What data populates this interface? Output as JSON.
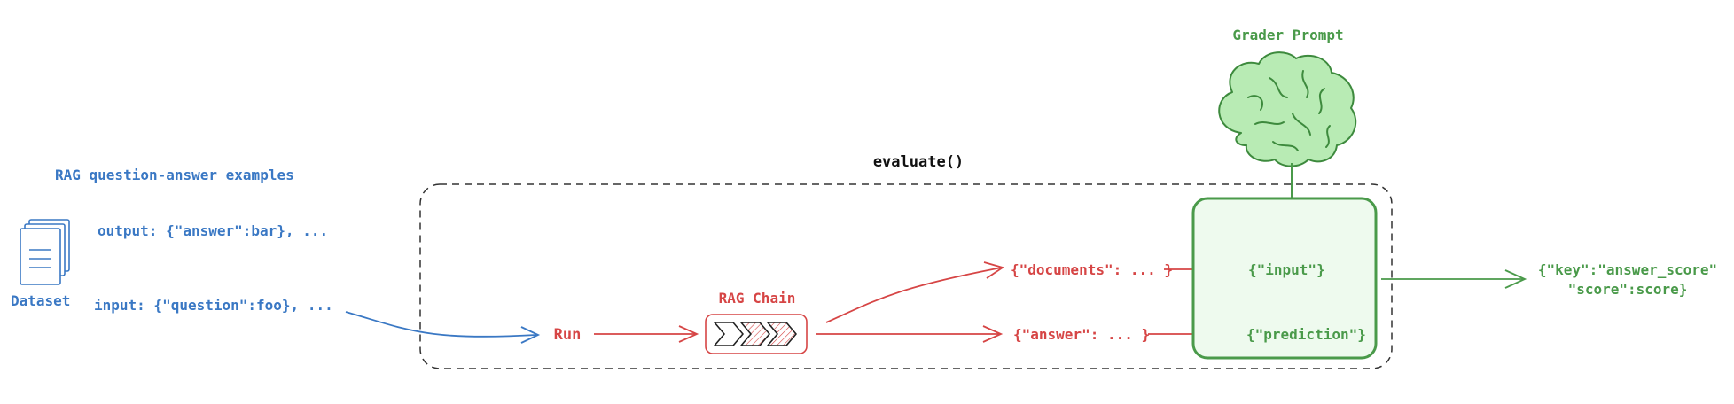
{
  "dataset": {
    "title": "RAG question-answer examples",
    "output_example": "output: {\"answer\":bar}, ...",
    "input_example": "input: {\"question\":foo}, ...",
    "label": "Dataset"
  },
  "evaluate": {
    "label": "evaluate()"
  },
  "run": {
    "label": "Run"
  },
  "rag_chain": {
    "label": "RAG Chain"
  },
  "outputs": {
    "documents": "{\"documents\": ... }",
    "answer": "{\"answer\": ... }"
  },
  "grader": {
    "title": "Grader Prompt",
    "input_label": "{\"input\"}",
    "prediction_label": "{\"prediction\"}"
  },
  "result": {
    "line1": "{\"key\":\"answer_score\"",
    "line2": "\"score\":score}"
  },
  "colors": {
    "blue": "#3a78c4",
    "red": "#d64545",
    "green": "#4a9a4a",
    "green_fill": "#eefaee",
    "brain_fill": "#b8ebb4",
    "dashed": "#333333"
  }
}
